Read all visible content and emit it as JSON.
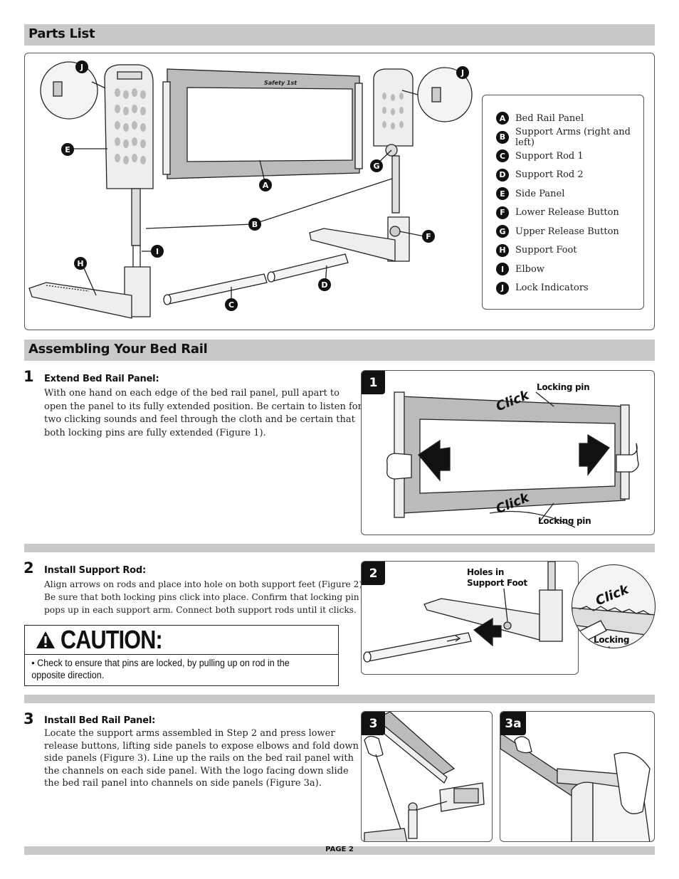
{
  "parts_section": {
    "title": "Parts List",
    "parts": [
      {
        "letter": "A",
        "name": "Bed Rail Panel"
      },
      {
        "letter": "B",
        "name": "Support Arms (right and left)"
      },
      {
        "letter": "C",
        "name": "Support Rod 1"
      },
      {
        "letter": "D",
        "name": "Support Rod 2"
      },
      {
        "letter": "E",
        "name": "Side Panel"
      },
      {
        "letter": "F",
        "name": "Lower Release Button"
      },
      {
        "letter": "G",
        "name": "Upper Release Button"
      },
      {
        "letter": "H",
        "name": "Support Foot"
      },
      {
        "letter": "I",
        "name": "Elbow"
      },
      {
        "letter": "J",
        "name": "Lock Indicators"
      }
    ],
    "brand_logo": "Safety 1st"
  },
  "assembly_section": {
    "title": "Assembling Your Bed Rail",
    "steps": [
      {
        "number": "1",
        "title": "Extend Bed Rail Panel:",
        "lines": [
          "With one hand on each edge of the bed rail panel, pull apart to",
          "open the panel to its fully extended position. Be certain to listen for",
          "two clicking sounds and feel through the cloth and be certain that",
          "both locking pins are fully extended (Figure 1)."
        ]
      },
      {
        "number": "2",
        "title": "Install Support Rod:",
        "lines": [
          "Align arrows on rods and place into hole on both support feet (Figure 2).",
          "Be sure that both locking pins click into place. Confirm that locking pin",
          "pops up in each support arm. Connect both support rods until it clicks."
        ]
      },
      {
        "number": "3",
        "title": "Install Bed Rail Panel:",
        "lines": [
          "Locate the support arms assembled in Step 2 and press lower",
          "release buttons, lifting side panels to expose elbows and fold down",
          "side panels (Figure 3). Line up the rails on the bed rail panel with",
          "the channels on each side panel. With the logo facing down slide",
          "the bed rail panel into channels on side panels (Figure 3a)."
        ]
      }
    ]
  },
  "caution": {
    "heading": "CAUTION:",
    "lines": [
      "• Check to ensure that pins are locked, by pulling up on rod in the",
      "opposite direction."
    ]
  },
  "figures": {
    "fig1": {
      "badge": "1",
      "label_top": "Locking pin",
      "label_bottom": "Locking pin",
      "click": "Click"
    },
    "fig2": {
      "badge": "2",
      "label_holes_1": "Holes in",
      "label_holes_2": "Support Foot",
      "label_pins_1": "Locking",
      "label_pins_2": "pins",
      "click": "Click"
    },
    "fig3": {
      "badge": "3"
    },
    "fig3a": {
      "badge": "3a"
    }
  },
  "footer": {
    "page": "PAGE 2"
  }
}
